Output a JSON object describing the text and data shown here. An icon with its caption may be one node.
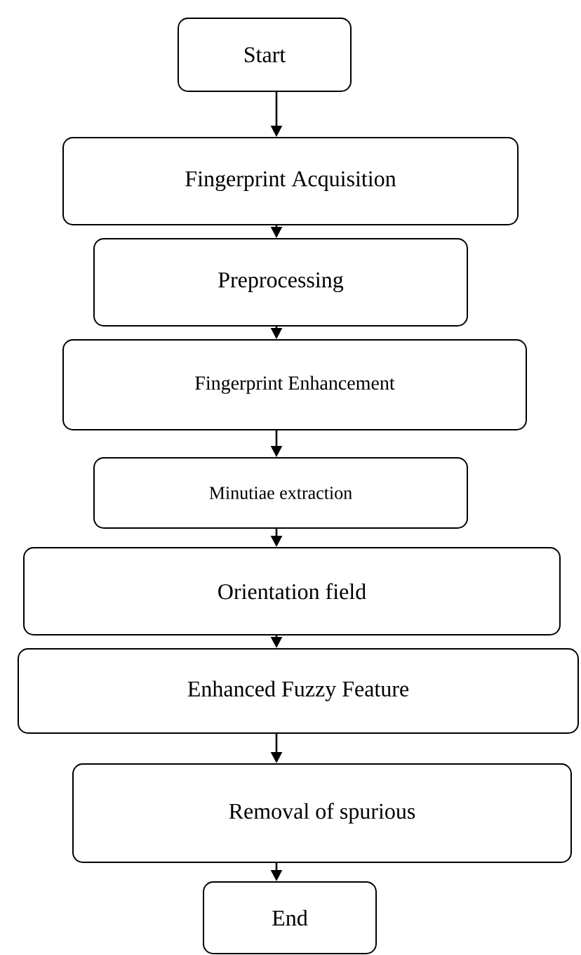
{
  "diagram": {
    "nodes": [
      {
        "text": [
          "Start"
        ]
      },
      {
        "text": [
          "Fingerprint Acquisition"
        ]
      },
      {
        "text": [
          "Preprocessing"
        ]
      },
      {
        "text": [
          "Fingerprint Enhancement"
        ]
      },
      {
        "text": [
          "Minutiae extraction"
        ]
      },
      {
        "text": [
          "Orientation field"
        ]
      },
      {
        "text": [
          "Enhanced Fuzzy Feature"
        ]
      },
      {
        "text": [
          "Removal of spurious"
        ]
      },
      {
        "text": [
          "End"
        ]
      }
    ],
    "edges": [
      {
        "from": 0,
        "to": 1,
        "arrow": "to"
      },
      {
        "from": 1,
        "to": 2,
        "arrow": "to"
      },
      {
        "from": 2,
        "to": 3,
        "arrow": "to"
      },
      {
        "from": 3,
        "to": 4,
        "arrow": "to"
      },
      {
        "from": 4,
        "to": 5,
        "arrow": "to"
      },
      {
        "from": 5,
        "to": 6,
        "arrow": "to"
      },
      {
        "from": 6,
        "to": 7,
        "arrow": "to"
      },
      {
        "from": 7,
        "to": 8,
        "arrow": "to"
      }
    ]
  }
}
